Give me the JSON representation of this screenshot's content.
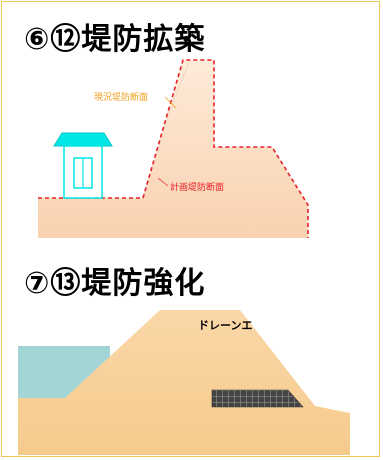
{
  "sections": [
    {
      "title": "⑥⑫堤防拡築",
      "labels": {
        "current": "現況堤防断面",
        "planned": "計画堤防断面"
      }
    },
    {
      "title": "⑦⑬堤防強化",
      "labels": {
        "drain": "ドレーンエ"
      }
    }
  ],
  "colors": {
    "frame": "#f2c75a",
    "embankment_light": "#fce4cc",
    "embankment_peach": "#f9cfa6",
    "house": "#00e5e5",
    "water": "#a3d4d6",
    "dashed_line": "#e8202a",
    "drain_fill": "#555555"
  },
  "icons": [
    "house-icon",
    "drain-grid-icon"
  ]
}
